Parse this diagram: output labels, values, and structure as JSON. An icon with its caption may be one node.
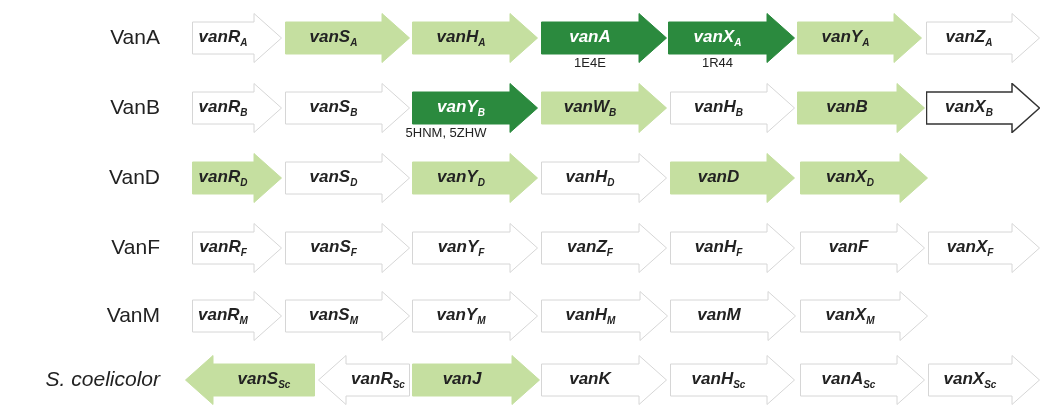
{
  "diagram": {
    "nodes": [
      {
        "text": [
          "vanR$_{A}$"
        ]
      },
      {
        "text": [
          "vanS$_{A}$"
        ]
      },
      {
        "text": [
          "vanH$_{A}$"
        ]
      },
      {
        "text": [
          "vanA"
        ],
        "beside": [
          "1E4E"
        ]
      },
      {
        "text": [
          "vanX$_{A}$"
        ],
        "beside": [
          "1R44"
        ]
      },
      {
        "text": [
          "vanY$_{A}$"
        ]
      },
      {
        "text": [
          "vanZ$_{A}$"
        ]
      },
      {
        "text": [
          "vanR$_{B}$"
        ]
      },
      {
        "text": [
          "vanS$_{B}$"
        ]
      },
      {
        "text": [
          "vanY$_{B}$"
        ],
        "beside": [
          "5HNM, 5ZHW"
        ]
      },
      {
        "text": [
          "vanW$_{B}$"
        ]
      },
      {
        "text": [
          "vanH$_{B}$"
        ]
      },
      {
        "text": [
          "vanB"
        ]
      },
      {
        "text": [
          "vanX$_{B}$"
        ]
      },
      {
        "text": [
          "vanR$_{D}$"
        ]
      },
      {
        "text": [
          "vanS$_{D}$"
        ]
      },
      {
        "text": [
          "vanY$_{D}$"
        ]
      },
      {
        "text": [
          "vanH$_{D}$"
        ]
      },
      {
        "text": [
          "vanD"
        ]
      },
      {
        "text": [
          "vanX$_{D}$"
        ]
      },
      {
        "text": [
          "vanR$_{F}$"
        ]
      },
      {
        "text": [
          "vanS$_{F}$"
        ]
      },
      {
        "text": [
          "vanY$_{F}$"
        ]
      },
      {
        "text": [
          "vanZ$_{F}$"
        ]
      },
      {
        "text": [
          "vanH$_{F}$"
        ]
      },
      {
        "text": [
          "vanF"
        ]
      },
      {
        "text": [
          "vanX$_{F}$"
        ]
      },
      {
        "text": [
          "vanR$_{M}$"
        ]
      },
      {
        "text": [
          "vanS$_{M}$"
        ]
      },
      {
        "text": [
          "vanY$_{M}$"
        ]
      },
      {
        "text": [
          "vanH$_{M}$"
        ]
      },
      {
        "text": [
          "vanM"
        ]
      },
      {
        "text": [
          "vanX$_{M}$"
        ]
      },
      {
        "text": [
          "vanS$_{Sc}$"
        ]
      },
      {
        "text": [
          "vanR$_{Sc}$"
        ]
      },
      {
        "text": [
          "vanJ"
        ]
      },
      {
        "text": [
          "vanK"
        ]
      },
      {
        "text": [
          "vanH$_{Sc}$"
        ]
      },
      {
        "text": [
          "vanA$_{Sc}$"
        ]
      },
      {
        "text": [
          "vanX$_{Sc}$"
        ]
      }
    ],
    "labels": [
      "VanA",
      "VanB",
      "VanD",
      "VanF",
      "VanM",
      "S. coelicolor"
    ]
  }
}
